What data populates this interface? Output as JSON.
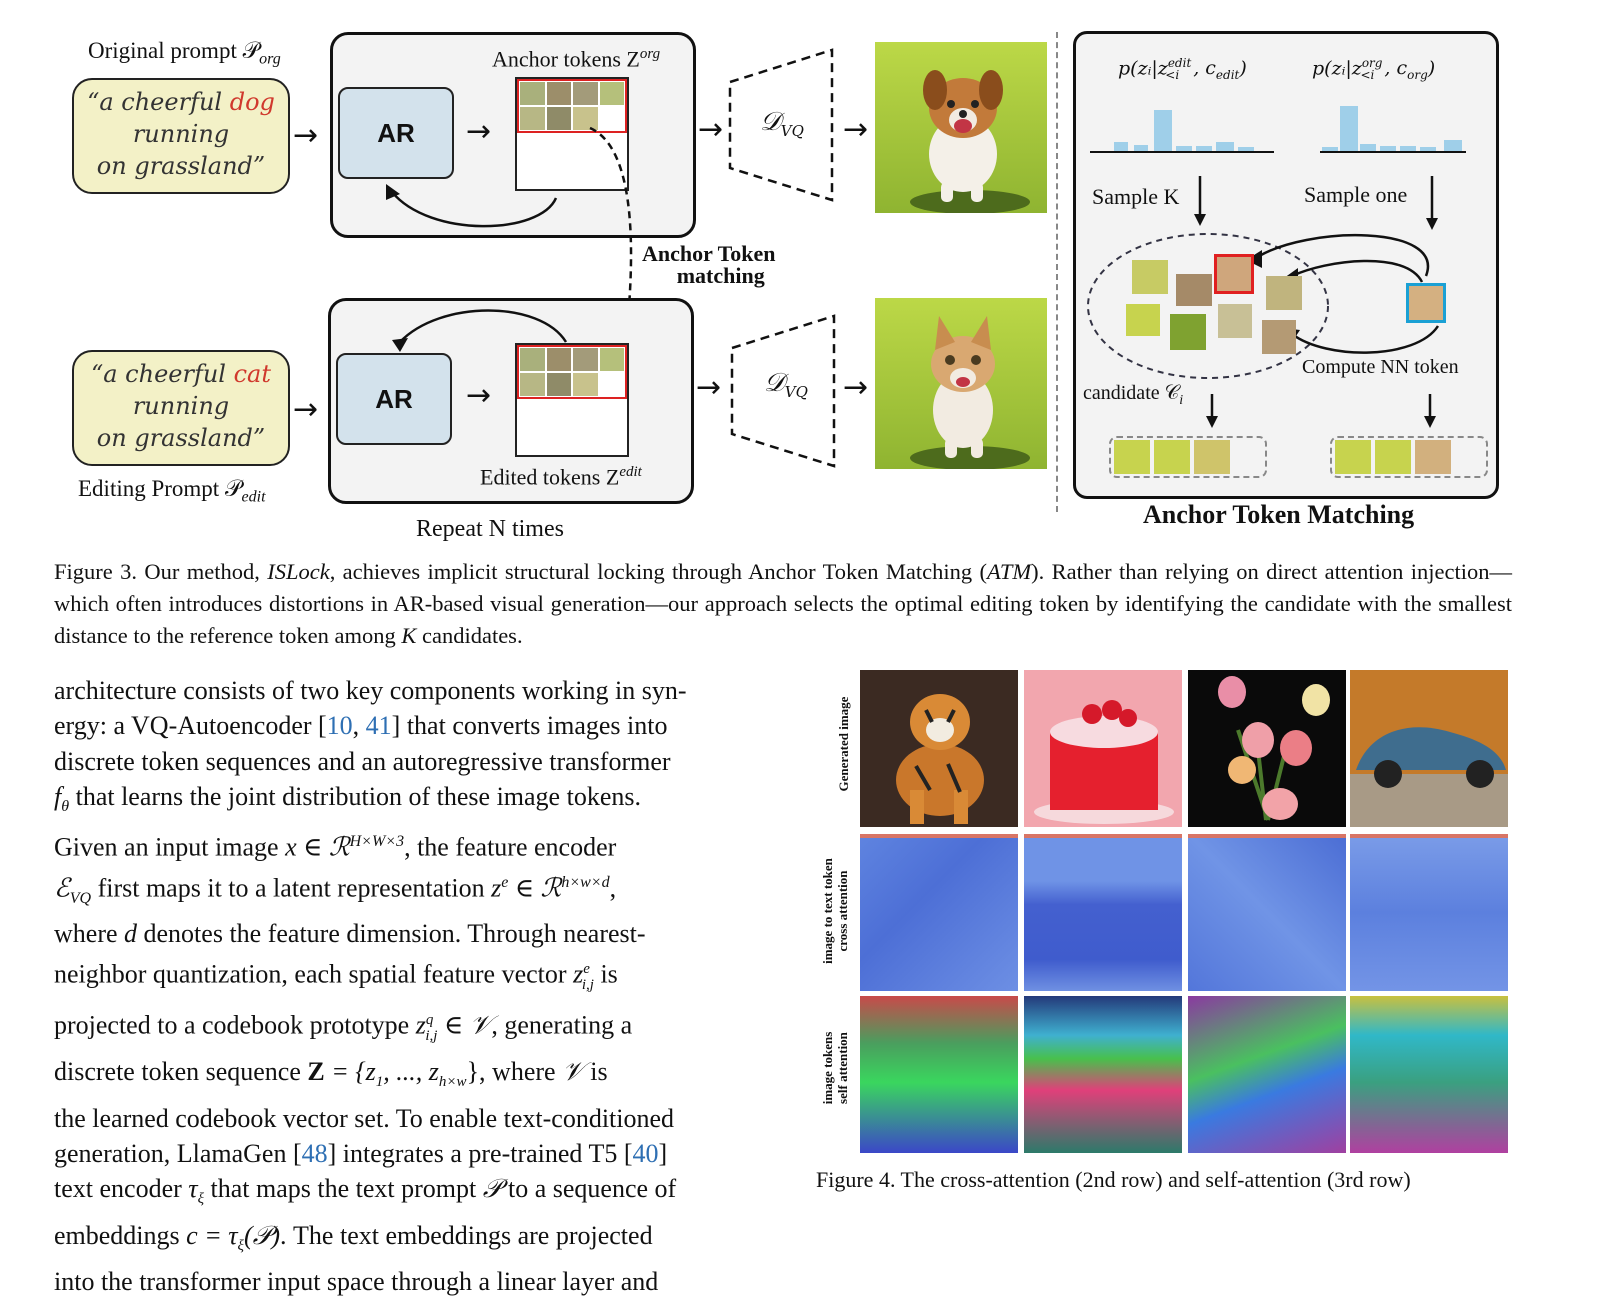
{
  "figure3": {
    "original_prompt_label": "Original prompt 𝒫",
    "original_prompt_sub": "org",
    "original_prompt": {
      "line1_a": "“a cheerful ",
      "line1_b": "dog",
      "line2": "running",
      "line3": "on grassland”"
    },
    "editing_prompt_label": "Editing Prompt 𝒫",
    "editing_prompt_sub": "edit",
    "editing_prompt": {
      "line1_a": "“a cheerful ",
      "line1_b": "cat",
      "line2": "running",
      "line3": "on grassland”"
    },
    "ar_label": "AR",
    "anchor_tokens_label": "Anchor tokens Z",
    "anchor_tokens_sup": "org",
    "edited_tokens_label": "Edited tokens Z",
    "edited_tokens_sup": "edit",
    "decoder_label": "𝒟",
    "decoder_sub": "VQ",
    "anchor_matching_line1": "Anchor Token",
    "anchor_matching_line2": "matching",
    "repeat_label": "Repeat N times",
    "right_panel": {
      "dist_edit": "p(z",
      "dist_edit_full": "p(zᵢ|z",
      "dist_edit_sup": "edit",
      "dist_edit_sub": "<i",
      "dist_edit_tail": ", c",
      "dist_edit_c": "edit",
      "dist_org_sup": "org",
      "dist_org_c": "org",
      "sample_k": "Sample K",
      "sample_one": "Sample one",
      "compute_nn": "Compute NN token",
      "candidate": "candidate 𝒞",
      "candidate_sub": "i",
      "title": "Anchor Token Matching"
    },
    "caption": {
      "p1": "Figure 3. Our method, ",
      "p1_it": "ISLock",
      "p2": ", achieves implicit structural locking through Anchor Token Matching (",
      "p2_it": "ATM",
      "p3": "). Rather than relying on direct attention injection—which often introduces distortions in AR-based visual generation—our approach selects the optimal editing token by identifying the candidate with the smallest distance to the reference token among ",
      "p3_it": "K",
      "p4": " candidates."
    }
  },
  "body": {
    "lines": [
      "architecture consists of two key components working in syn-",
      "ergy: a VQ-Autoencoder [",
      "10",
      ", ",
      "41",
      "] that converts images into",
      "discrete token sequences and an autoregressive transformer",
      "that learns the joint distribution of these image tokens.",
      "Given an input image",
      ", the feature encoder",
      "first maps it to a latent representation",
      "where",
      "denotes the feature dimension.  Through nearest-",
      "neighbor quantization, each spatial feature vector",
      "is",
      "projected to a codebook prototype",
      ", generating a",
      "discrete token sequence",
      ", where",
      "is",
      "the learned codebook vector set. To enable text-conditioned",
      "generation, LlamaGen [",
      "48",
      "] integrates a pre-trained T5 [",
      "40",
      "]",
      "text encoder",
      "that maps the text prompt",
      "to a sequence of",
      "embeddings",
      ". The text embeddings are projected",
      "into the transformer input space through a linear layer and"
    ],
    "math": {
      "f_theta": "f",
      "theta": "θ",
      "x_in": "x ∈ ℛ",
      "x_sup": "H×W×3",
      "E_vq": "ℰ",
      "vq": "VQ",
      "z_e": "z",
      "z_e_sup": "e",
      "z_in": " ∈ ℛ",
      "z_sup": "h×w×d",
      "comma": ",",
      "d": "d",
      "zij": "z",
      "zij_sup": "e",
      "zij_sub": "i,j",
      "zq": "z",
      "zq_sup": "q",
      "zq_sub": "i,j",
      "in_V": " ∈ 𝒱",
      "Z_bold": "Z",
      "Z_def": " = {z",
      "Z_1": "1",
      "Z_mid": ", ..., z",
      "Z_hw": "h×w",
      "Z_end": "}",
      "V": "𝒱",
      "tau": "τ",
      "xi": "ξ",
      "P": "𝒫",
      "c_eq": "c = τ",
      "c_tail": "(𝒫)"
    }
  },
  "figure4": {
    "row_labels": [
      "Generated image",
      "image to text token\ncross attention",
      "image tokens\nself attention"
    ],
    "caption_partial": "Figure 4. The cross-attention (2nd row) and self-attention (3rd row)"
  }
}
